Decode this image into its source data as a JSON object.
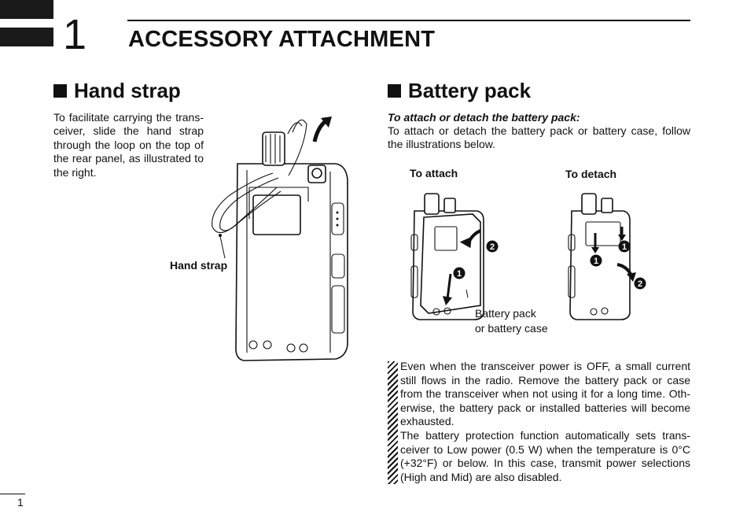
{
  "chapter": {
    "number": "1",
    "title": "ACCESSORY ATTACHMENT"
  },
  "hand_strap": {
    "heading": "Hand strap",
    "text": "To facilitate carrying the trans-ceiver, slide the hand strap through the loop on the top of the rear panel, as illustrated to the right.",
    "callout": "Hand strap"
  },
  "battery": {
    "heading": "Battery pack",
    "subheading": "To attach or detach the battery pack:",
    "text": "To attach or detach the battery pack or battery case, follow the illustrations below.",
    "attach_label": "To attach",
    "detach_label": "To detach",
    "pack_label_line1": "Battery pack",
    "pack_label_line2": "or battery case",
    "step1": "1",
    "step2": "2"
  },
  "note": {
    "para1": "Even when the transceiver power is OFF, a small current still flows in the radio. Remove the battery pack or case from the transceiver when not using it for a long time. Oth-erwise, the battery pack or installed batteries will become exhausted.",
    "para2": "The battery protection function automatically sets trans-ceiver to Low power (0.5 W) when the temperature is 0°C (+32°F) or below. In this case, transmit power selections (High and Mid) are also disabled."
  },
  "page_number": "1"
}
